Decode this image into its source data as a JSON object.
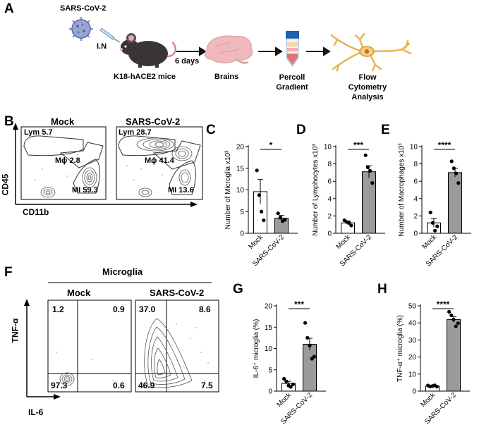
{
  "panelA": {
    "letter": "A",
    "virus_label": "SARS-CoV-2",
    "route_label": "I.N",
    "mouse_label": "K18-hACE2 mice",
    "days_label": "6 days",
    "brains_label": "Brains",
    "percoll_label": "Percoll\nGradient",
    "flow_label": "Flow\nCytometry\nAnalysis"
  },
  "panelB": {
    "letter": "B",
    "mock_title": "Mock",
    "sars_title": "SARS-CoV-2",
    "y_axis": "CD45",
    "x_axis": "CD11b",
    "mock_gates": {
      "lym": "Lym 5.7",
      "mphi": "Mϕ 2.8",
      "mi": "MI 59.3"
    },
    "sars_gates": {
      "lym": "Lym 28.7",
      "mphi": "Mϕ 41.4",
      "mi": "MI 13.6"
    }
  },
  "panelF": {
    "letter": "F",
    "group_title": "Microglia",
    "mock_title": "Mock",
    "sars_title": "SARS-CoV-2",
    "y_axis": "TNF-α",
    "x_axis": "IL-6",
    "mock_quadrants": {
      "ul": "1.2",
      "ur": "0.9",
      "ll": "97.3",
      "lr": "0.6"
    },
    "sars_quadrants": {
      "ul": "37.0",
      "ur": "8.6",
      "ll": "46.9",
      "lr": "7.5"
    }
  },
  "chart_data": [
    {
      "panel": "C",
      "type": "bar",
      "categories": [
        "Mock",
        "SARS-CoV-2"
      ],
      "values": [
        9.6,
        3.5
      ],
      "errors": [
        2.8,
        0.6
      ],
      "points": [
        [
          14.5,
          8.8,
          5.0,
          3.0
        ],
        [
          4.6,
          3.6,
          2.8,
          3.1
        ]
      ],
      "ylabel": "Number of Microglia x10³",
      "ylim": [
        0,
        20
      ],
      "yticks": [
        0,
        5,
        10,
        15,
        20
      ],
      "significance": "*"
    },
    {
      "panel": "D",
      "type": "bar",
      "categories": [
        "Mock",
        "SARS-CoV-2"
      ],
      "values": [
        1.2,
        7.1
      ],
      "errors": [
        0.2,
        0.7
      ],
      "points": [
        [
          1.5,
          1.3,
          1.2,
          0.9
        ],
        [
          9.0,
          7.6,
          7.2,
          5.8
        ]
      ],
      "ylabel": "Number of Lymphocytes x10³",
      "ylim": [
        0,
        10
      ],
      "yticks": [
        0,
        2,
        4,
        6,
        8,
        10
      ],
      "significance": "***"
    },
    {
      "panel": "E",
      "type": "bar",
      "categories": [
        "Mock",
        "SARS-CoV-2"
      ],
      "values": [
        1.2,
        7.0
      ],
      "errors": [
        0.5,
        0.5
      ],
      "points": [
        [
          2.4,
          1.2,
          0.3,
          0.8
        ],
        [
          8.3,
          7.5,
          6.9,
          5.8
        ]
      ],
      "ylabel": "Number of Macrophages x10³",
      "ylim": [
        0,
        10
      ],
      "yticks": [
        0,
        2,
        4,
        6,
        8,
        10
      ],
      "significance": "****"
    },
    {
      "panel": "G",
      "type": "bar",
      "categories": [
        "Mock",
        "SARS-CoV-2"
      ],
      "values": [
        1.8,
        11.0
      ],
      "errors": [
        0.5,
        1.4
      ],
      "points": [
        [
          2.9,
          2.3,
          1.3,
          1.0,
          1.6
        ],
        [
          16.0,
          12.5,
          10.7,
          7.6,
          8.1
        ]
      ],
      "ylabel": "IL-6⁺ microglia (%)",
      "ylim": [
        0,
        20
      ],
      "yticks": [
        0,
        5,
        10,
        15,
        20
      ],
      "significance": "***"
    },
    {
      "panel": "H",
      "type": "bar",
      "categories": [
        "Mock",
        "SARS-CoV-2"
      ],
      "values": [
        3.0,
        42.0
      ],
      "errors": [
        0.4,
        1.6
      ],
      "points": [
        [
          3.3,
          2.7,
          3.0,
          3.4,
          2.6
        ],
        [
          46.5,
          44.5,
          42.0,
          38.0,
          39.8
        ]
      ],
      "ylabel": "TNF-α⁺ microglia (%)",
      "ylim": [
        0,
        50
      ],
      "yticks": [
        0,
        10,
        20,
        30,
        40,
        50
      ],
      "significance": "****"
    }
  ]
}
